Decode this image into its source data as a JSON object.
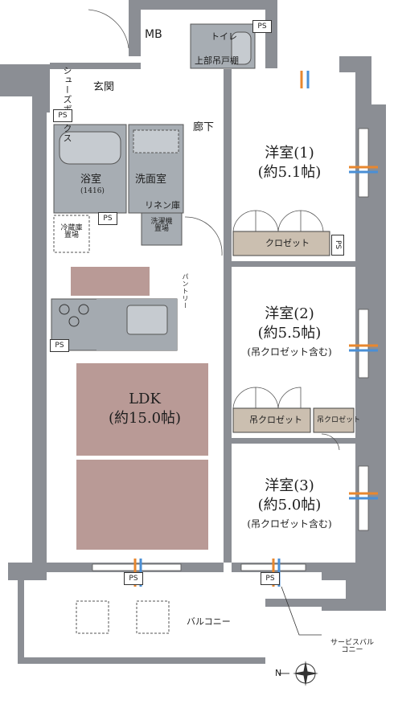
{
  "colors": {
    "wall": "#8b8e94",
    "wet_area": "#a7adb3",
    "kitchen": "#a4aab0",
    "ldk_floor": "#b99a96",
    "closet": "#cbbfb0",
    "air_arrow_orange": "#e8872e",
    "air_arrow_blue": "#4a8fd6"
  },
  "rooms": {
    "mb": "MB",
    "toilet": "トイレ",
    "toilet_cabinet": "上部吊戸棚",
    "shoe_box": "シューズボックス",
    "entrance": "玄関",
    "corridor": "廊下",
    "bath": "浴室",
    "bath_size": "(1416)",
    "washroom": "洗面室",
    "linen": "リネン庫",
    "washer": "洗濯機置場",
    "fridge": "冷蔵庫置場",
    "pantry": "パントリー",
    "ldk": "LDK",
    "ldk_size": "(約15.0帖)",
    "room1": "洋室(1)",
    "room1_size": "(約5.1帖)",
    "room2": "洋室(2)",
    "room2_size": "(約5.5帖)",
    "room2_note": "(吊クロゼット含む)",
    "room3": "洋室(3)",
    "room3_size": "(約5.0帖)",
    "room3_note": "(吊クロゼット含む)",
    "closet": "クロゼット",
    "hanging_closet": "吊クロゼット",
    "hanging_closet_2": "吊クロゼット",
    "balcony": "バルコニー",
    "service_balcony": "サービスバルコニー"
  },
  "ps_labels": [
    "PS",
    "PS",
    "PS",
    "PS",
    "PS",
    "PS",
    "PS"
  ],
  "compass": {
    "label": "N"
  }
}
